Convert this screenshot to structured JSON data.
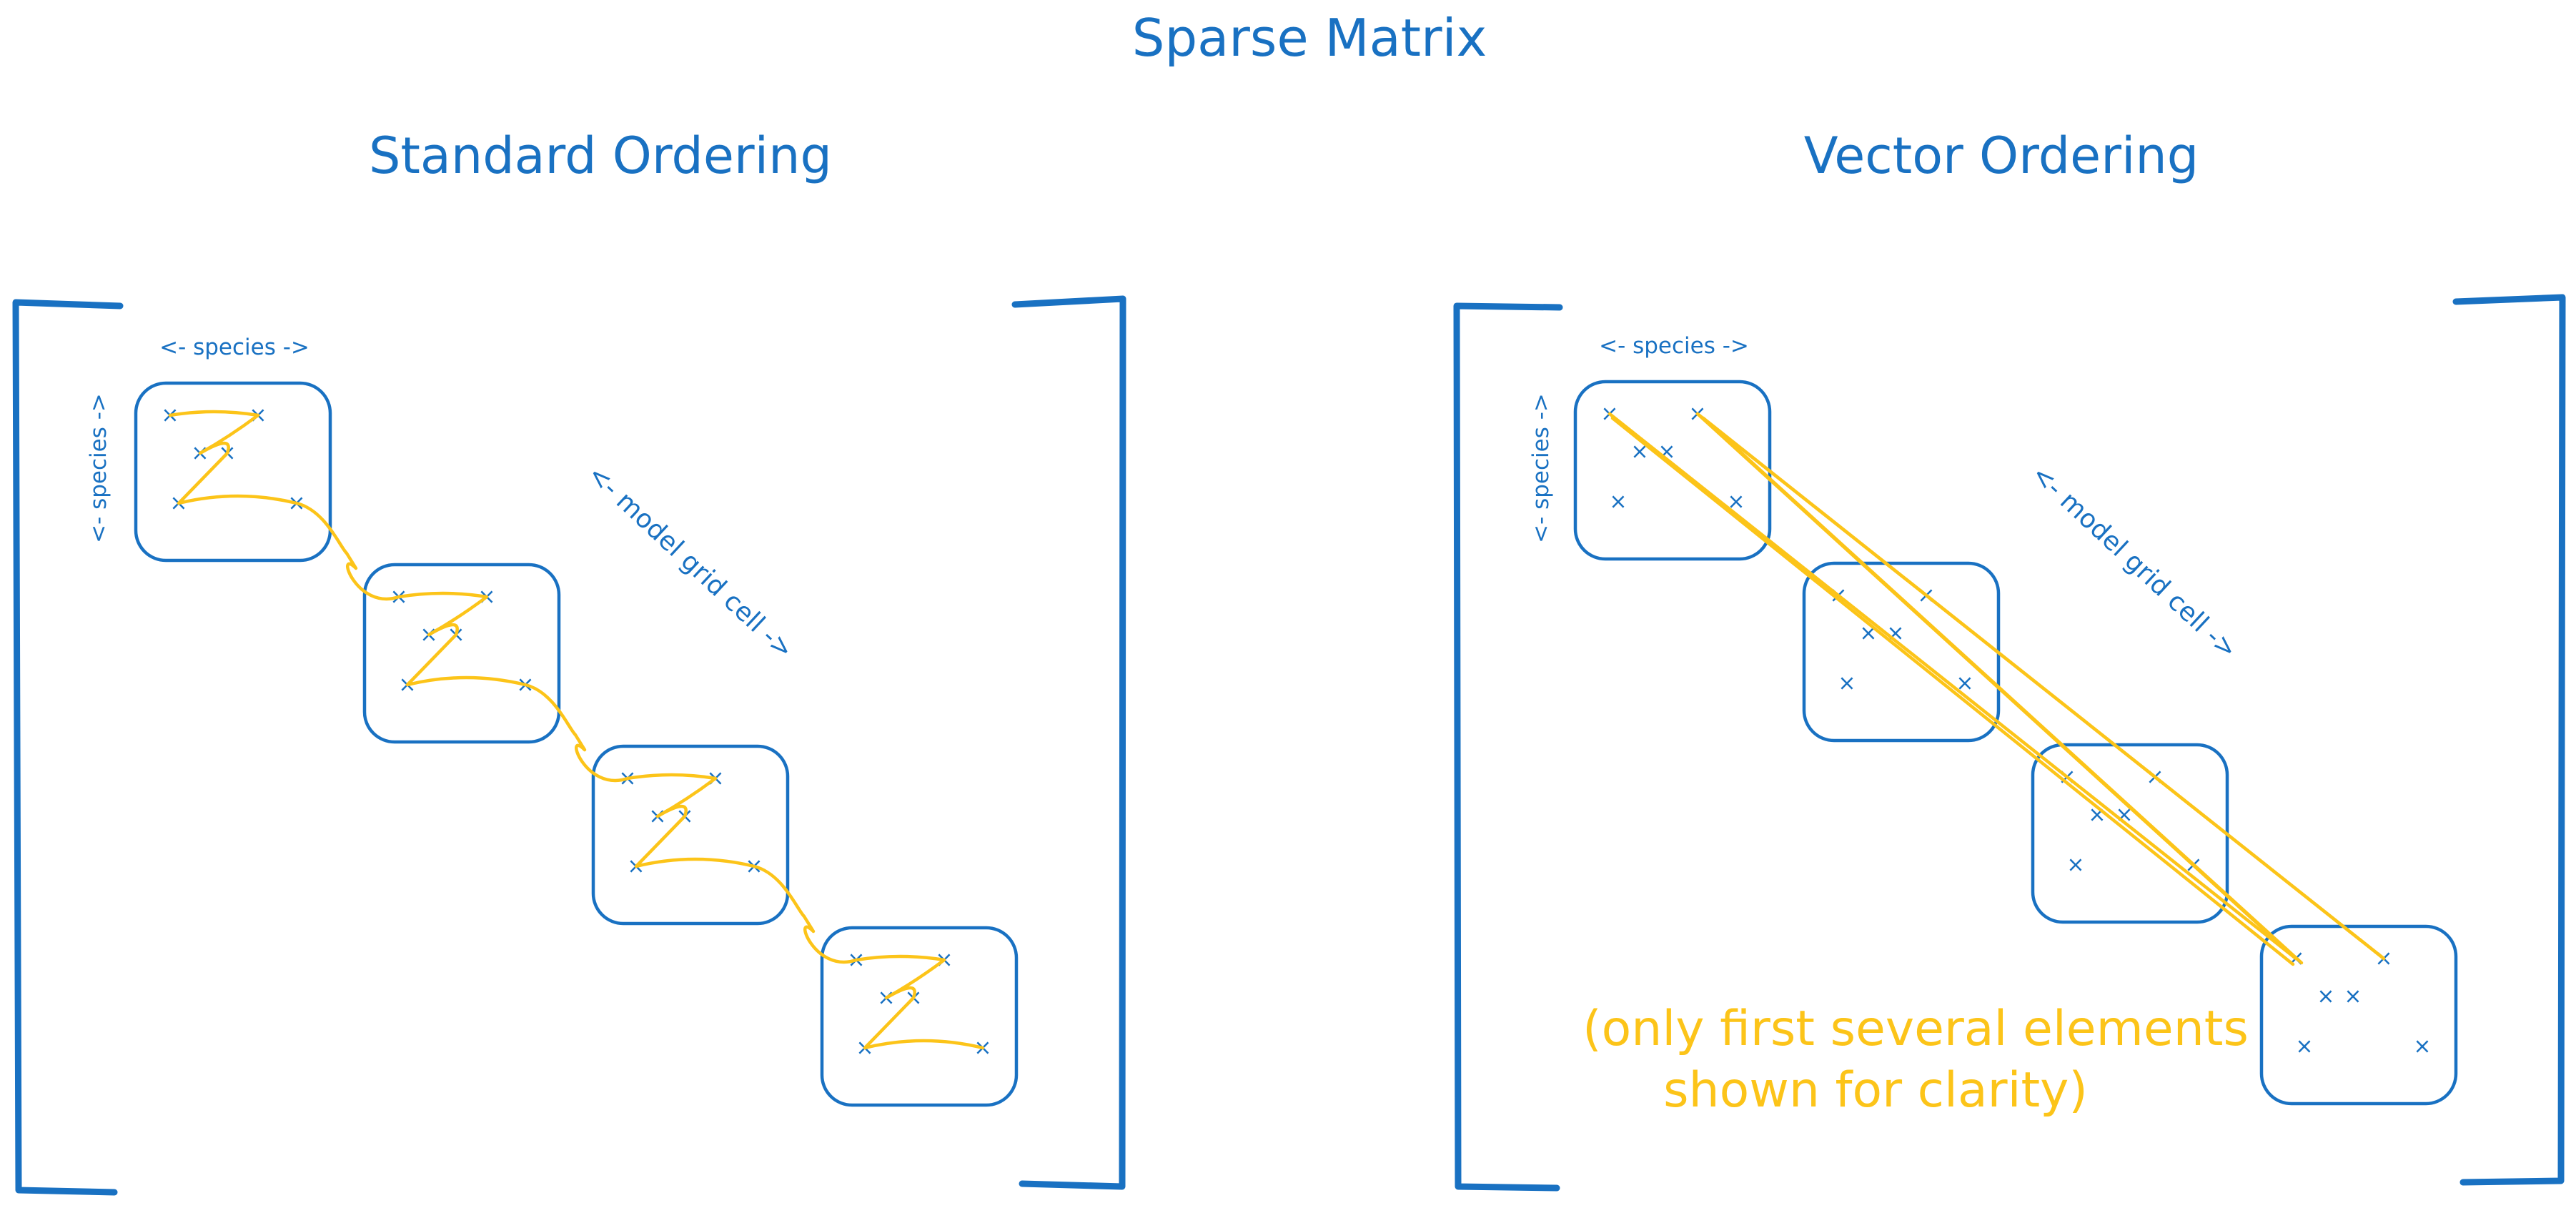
{
  "title": "Sparse Matrix",
  "left_panel": {
    "heading": "Standard Ordering",
    "species_top_label": "<- species ->",
    "species_side_label": "<- species ->",
    "diagonal_label": "<- model grid cell ->"
  },
  "right_panel": {
    "heading": "Vector Ordering",
    "species_top_label": "<- species ->",
    "species_side_label": "<- species ->",
    "diagonal_label": "<- model grid cell ->",
    "note_line1": "(only first several elements",
    "note_line2": "shown for clarity)"
  },
  "element_marker": "×",
  "colors": {
    "structure": "#1971c2",
    "path": "#fcc419",
    "background": "#ffffff"
  }
}
